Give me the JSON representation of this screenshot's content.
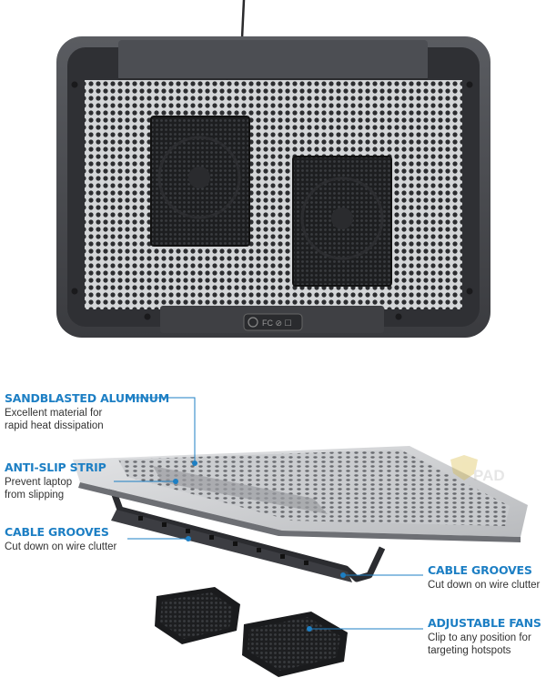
{
  "callouts": {
    "sandblasted": {
      "title": "SANDBLASTED ALUMINUM",
      "desc_line1": "Excellent material for",
      "desc_line2": "rapid heat dissipation"
    },
    "antislip": {
      "title": "ANTI-SLIP STRIP",
      "desc_line1": "Prevent laptop",
      "desc_line2": "from slipping"
    },
    "grooves_left": {
      "title": "CABLE GROOVES",
      "desc_line1": "Cut down on wire clutter"
    },
    "grooves_right": {
      "title": "CABLE GROOVES",
      "desc_line1": "Cut down on wire clutter"
    },
    "fans": {
      "title": "ADJUSTABLE FANS",
      "desc_line1": "Clip to any position for",
      "desc_line2": "targeting hotspots"
    }
  },
  "watermark": {
    "text": "PAD"
  },
  "colors": {
    "accent": "#1d7fc4",
    "frame": "#4a4c50",
    "mesh": "#d9dadc",
    "fan": "#1b1b1c"
  }
}
